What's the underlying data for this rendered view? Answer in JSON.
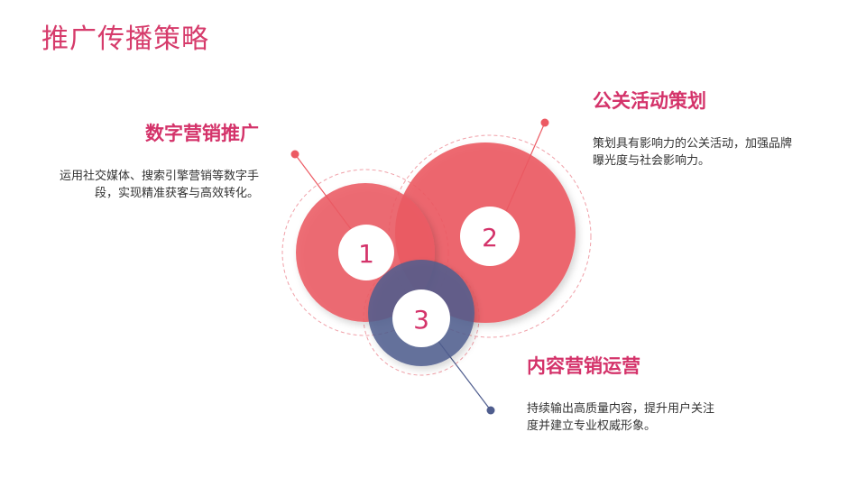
{
  "title": "推广传播策略",
  "colors": {
    "accent": "#d4336a",
    "red_circle": "#ec5a63",
    "blue_circle": "#4f5d8e",
    "dashed_ring": "#f0a0a8"
  },
  "items": [
    {
      "number": "1",
      "heading": "数字营销推广",
      "description": "运用社交媒体、搜索引擎营销等数字手段，实现精准获客与高效转化。"
    },
    {
      "number": "2",
      "heading": "公关活动策划",
      "description": "策划具有影响力的公关活动，加强品牌曝光度与社会影响力。"
    },
    {
      "number": "3",
      "heading": "内容营销运营",
      "description": "持续输出高质量内容，提升用户关注度并建立专业权威形象。"
    }
  ]
}
